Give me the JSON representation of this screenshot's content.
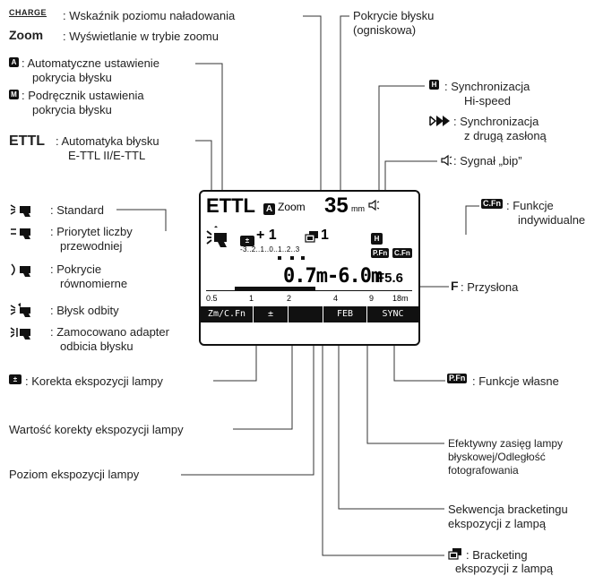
{
  "labels": {
    "charge_icon": "CHARGE",
    "charge": ": Wskaźnik poziomu naładowania",
    "zoom_key": "Zoom",
    "zoom": ": Wyświetlanie w trybie zoomu",
    "auto_icon": "A",
    "auto_1": ": Automatyczne ustawienie",
    "auto_2": "pokrycia błysku",
    "manual_icon": "M",
    "manual_1": ": Podręcznik ustawienia",
    "manual_2": "pokrycia błysku",
    "ettl_key": "ETTL",
    "ettl_1": ": Automatyka błysku",
    "ettl_2": "E-TTL II/E-TTL",
    "standard": ": Standard",
    "guide_1": ": Priorytet liczby",
    "guide_2": "przewodniej",
    "even_1": ": Pokrycie",
    "even_2": "równomierne",
    "bounce": ": Błysk odbity",
    "adapter_1": ": Zamocowano adapter",
    "adapter_2": "odbicia błysku",
    "fec_icon": "±",
    "fec": ": Korekta ekspozycji lampy",
    "fec_value": "Wartość korekty ekspozycji lampy",
    "flash_level": "Poziom ekspozycji lampy",
    "coverage_1": "Pokrycie błysku",
    "coverage_2": "(ogniskowa)",
    "hs_icon": "H",
    "hs_1": ": Synchronizacja",
    "hs_2": "Hi-speed",
    "rear_1": ": Synchronizacja",
    "rear_2": "z drugą zasłoną",
    "beep": ": Sygnał „bip”",
    "cfn_icon": "C.Fn",
    "cfn_1": ": Funkcje",
    "cfn_2": "indywidualne",
    "aperture_key": "F",
    "aperture": ": Przysłona",
    "pfn_icon": "P.Fn",
    "pfn": ": Funkcje własne",
    "range_1": "Efektywny zasięg lampy",
    "range_2": "błyskowej/Odległość",
    "range_3": "fotografowania",
    "feb_seq_1": "Sekwencja bracketingu",
    "feb_seq_2": "ekspozycji z lampą",
    "feb_1": ": Bracketing",
    "feb_2": "ekspozycji z lampą"
  },
  "lcd": {
    "mode": "ETTL",
    "auto": "A",
    "zoom": "Zoom",
    "focal": "35",
    "focal_unit": "mm",
    "fec_value": "+ 1",
    "feb_value": "1",
    "hs_icon": "H",
    "scale": "-3..2..1..0..1..2..3",
    "pfn": "P.Fn",
    "cfn": "C.Fn",
    "range": "0.7m-6.0m",
    "aperture": "F5.6",
    "distance_ticks": [
      "0.5",
      "1",
      "2",
      "4",
      "9",
      "18m"
    ],
    "buttons": [
      "Zm/C.Fn",
      "±",
      "",
      "FEB",
      "SYNC"
    ]
  }
}
